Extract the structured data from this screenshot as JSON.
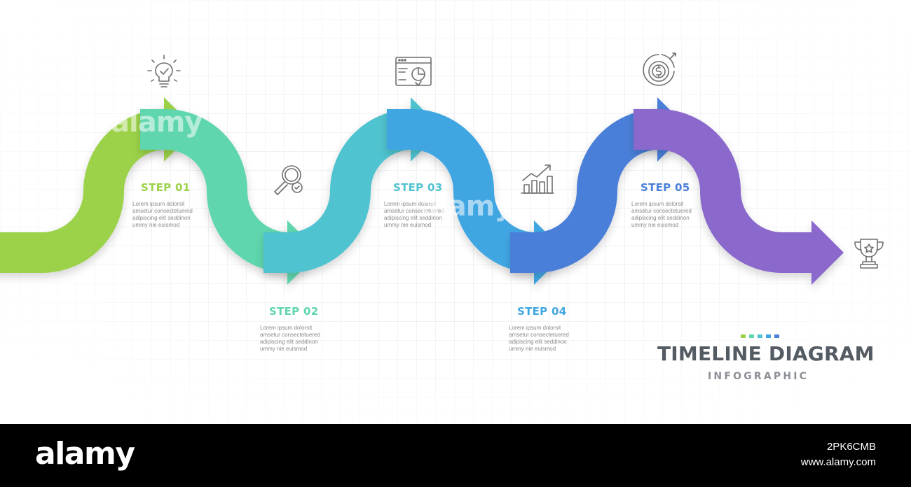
{
  "diagram": {
    "title": "TIMELINE DIAGRAM",
    "subtitle": "INFOGRAPHIC",
    "steps": [
      {
        "label": "STEP 01",
        "color": "#9bd24a",
        "icon": "lightbulb-icon",
        "desc": [
          "Lorem ipsum dolorsit",
          "amsetur consectetuered",
          "adipiscing elit seddinon",
          "ummy nie euismod"
        ]
      },
      {
        "label": "STEP 02",
        "color": "#5fd6ad",
        "icon": "magnifier-check-icon",
        "desc": [
          "Lorem ipsum dolorsit",
          "amsetur consectetuered",
          "adipiscing elit seddinon",
          "ummy nie euismod"
        ]
      },
      {
        "label": "STEP 03",
        "color": "#4fc3cf",
        "icon": "browser-chart-icon",
        "desc": [
          "Lorem ipsum dolorsit",
          "amsetur consectetuered",
          "adipiscing elit seddinon",
          "ummy nie euismod"
        ]
      },
      {
        "label": "STEP 04",
        "color": "#40a6e2",
        "icon": "growth-chart-icon",
        "desc": [
          "Lorem ipsum dolorsit",
          "amsetur consectetuered",
          "adipiscing elit seddinon",
          "ummy nie euismod"
        ]
      },
      {
        "label": "STEP 05",
        "color": "#4a7fd8",
        "icon": "dollar-target-icon",
        "desc": [
          "Lorem ipsum dolorsit",
          "amsetur consectetuered",
          "adipiscing elit seddinon",
          "ummy nie euismod"
        ]
      }
    ],
    "final": {
      "color": "#8a68cc",
      "icon": "trophy-icon"
    },
    "dot_colors": [
      "#9bd24a",
      "#5fd6ad",
      "#4fc3cf",
      "#40a6e2",
      "#4a7fd8"
    ]
  },
  "watermark": {
    "logo": "alamy",
    "image_id": "2PK6CMB",
    "url": "www.alamy.com"
  }
}
